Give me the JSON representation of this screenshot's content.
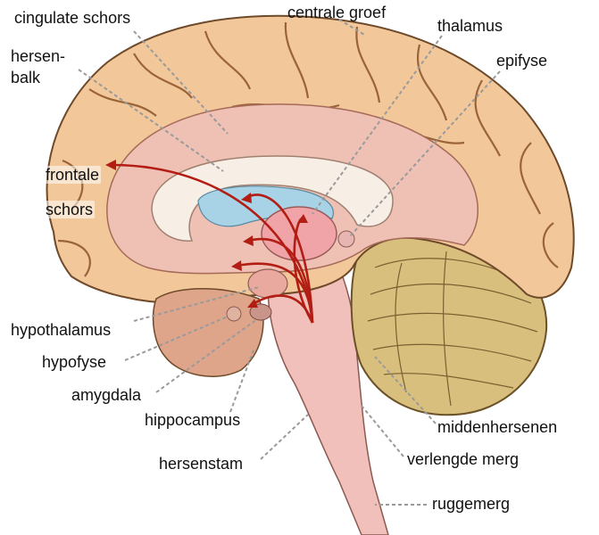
{
  "labels": {
    "cingulate_cortex": "cingulate schors",
    "central_sulcus": "centrale groef",
    "thalamus": "thalamus",
    "corpus_callosum_1": "hersen-",
    "corpus_callosum_2": "balk",
    "pineal_gland": "epifyse",
    "frontal_cortex_1": "frontale",
    "frontal_cortex_2": "schors",
    "hypothalamus": "hypothalamus",
    "pituitary": "hypofyse",
    "amygdala": "amygdala",
    "hippocampus": "hippocampus",
    "brainstem": "hersenstam",
    "midbrain": "middenhersenen",
    "medulla": "verlengde merg",
    "spinal_cord": "ruggemerg"
  },
  "colors": {
    "cortex": "#f2c79a",
    "cortex_dark": "#d99a68",
    "inner_pink": "#efc0b4",
    "callosum": "#f7efe6",
    "ventricle": "#a8d2e6",
    "thalamus": "#f0a4a8",
    "brainstem": "#f2c0bb",
    "cerebellum": "#d9bf7e",
    "arrow": "#b21d14",
    "leader": "#9a9a9a"
  }
}
